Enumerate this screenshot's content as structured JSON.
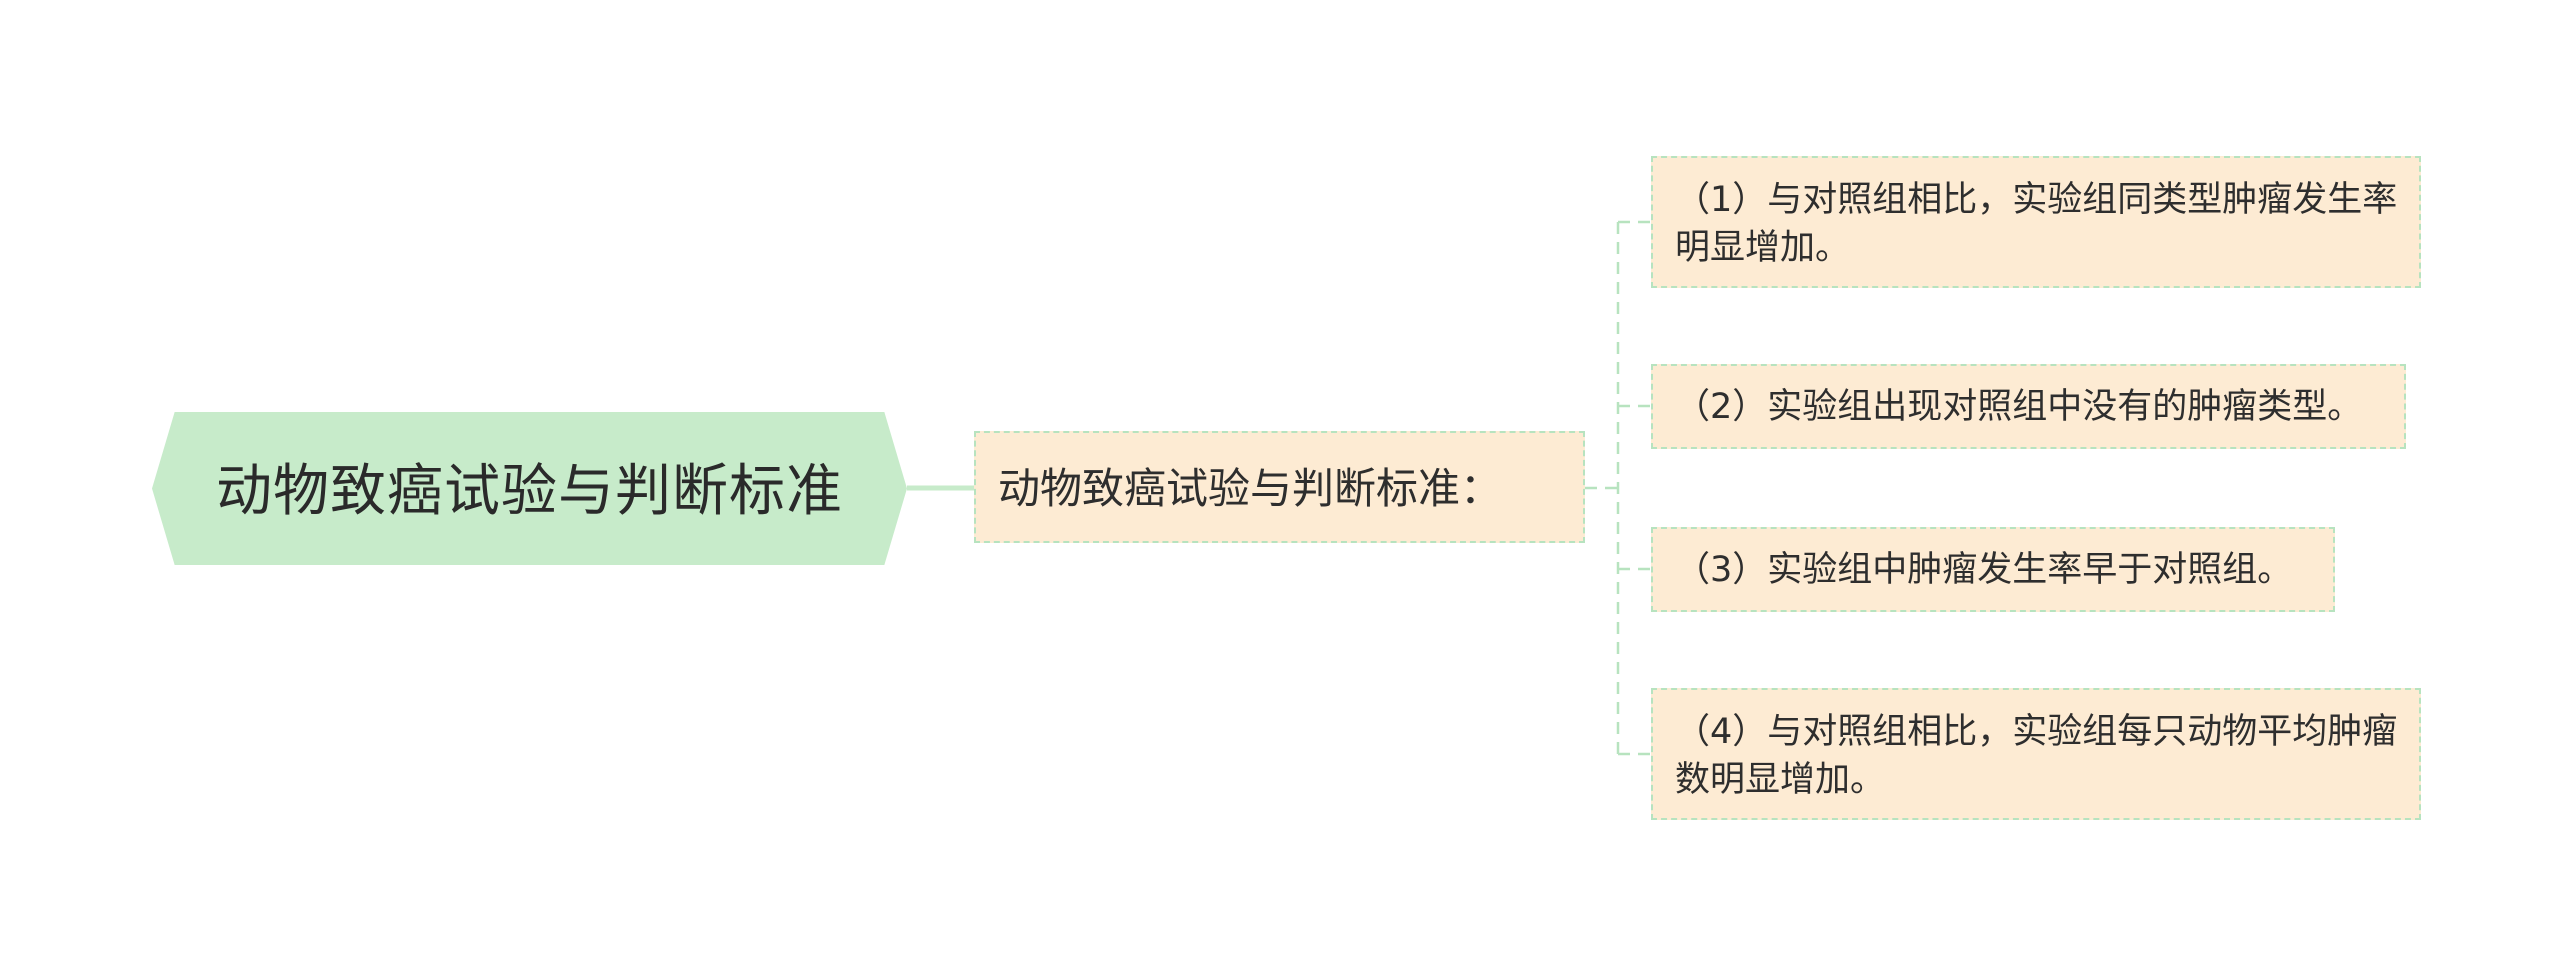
{
  "mindmap": {
    "root": {
      "label": "动物致癌试验与判断标准"
    },
    "sub": {
      "label": "动物致癌试验与判断标准："
    },
    "leaves": [
      {
        "label": "（1）与对照组相比，实验组同类型肿瘤发生率明显增加。"
      },
      {
        "label": "（2）实验组出现对照组中没有的肿瘤类型。"
      },
      {
        "label": "（3）实验组中肿瘤发生率早于对照组。"
      },
      {
        "label": "（4）与对照组相比，实验组每只动物平均肿瘤数明显增加。"
      }
    ]
  },
  "colors": {
    "root_fill": "#c7ebca",
    "node_fill": "#fdebd3",
    "connector": "#b7e3bf",
    "text": "#2e2e2e"
  }
}
